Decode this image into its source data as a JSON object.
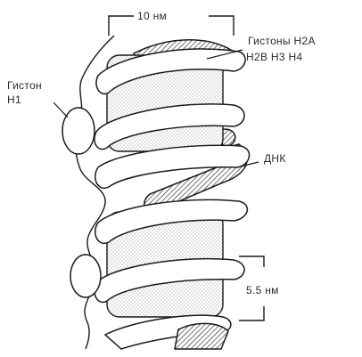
{
  "labels": {
    "top_dimension": "10 нм",
    "histones_core_line1": "Гистоны H2A",
    "histones_core_line2": "H2B  H3  H4",
    "histone_h1_line1": "Гистон",
    "histone_h1_line2": "H1",
    "dna": "ДНК",
    "right_dimension": "5.5 нм"
  },
  "colors": {
    "stroke": "#1a1a1a",
    "ribbon_fill": "#ffffff",
    "stipple_dot": "#9a9a9a",
    "background": "#ffffff"
  }
}
